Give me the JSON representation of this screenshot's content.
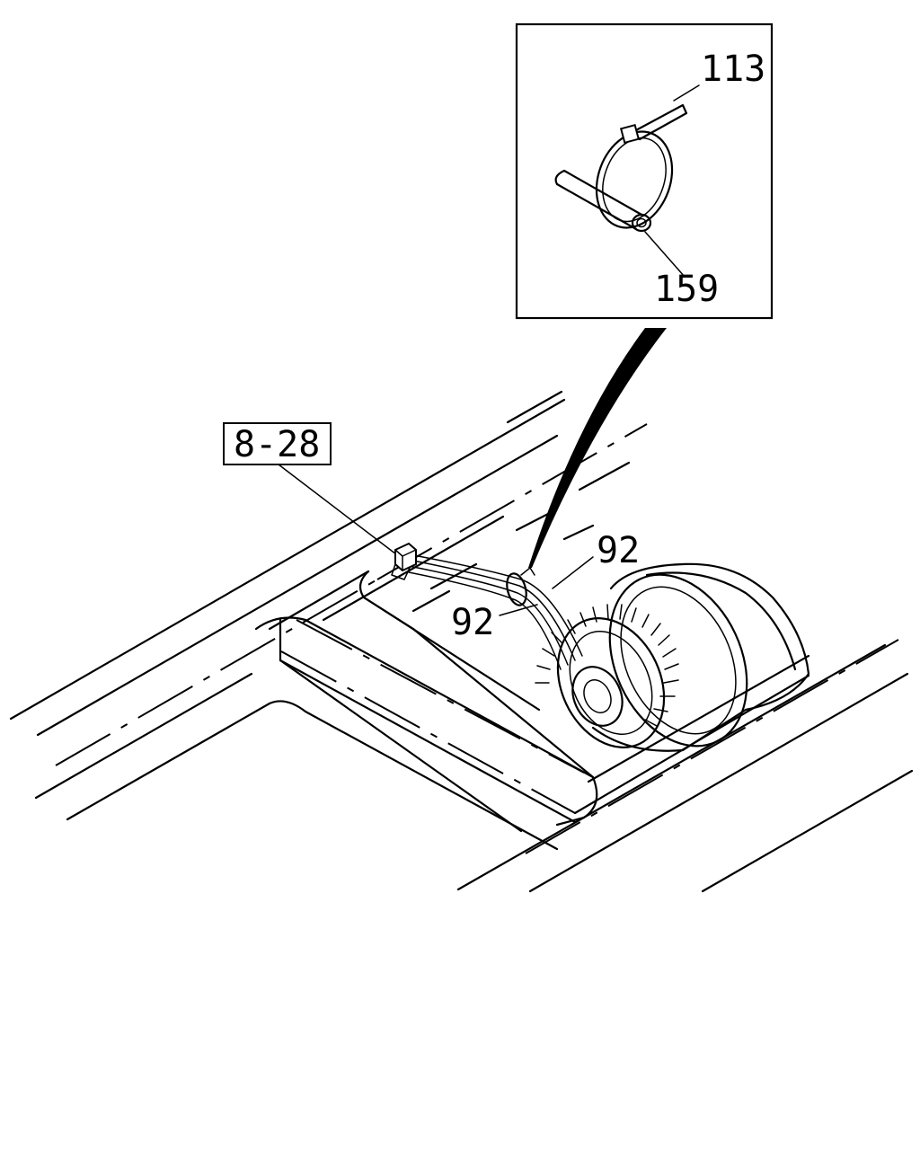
{
  "labels": {
    "ref_box": "8-28",
    "part_113": "113",
    "part_159": "159",
    "part_92_upper": "92",
    "part_92_lower": "92"
  },
  "colors": {
    "line": "#000000",
    "background": "#ffffff"
  }
}
